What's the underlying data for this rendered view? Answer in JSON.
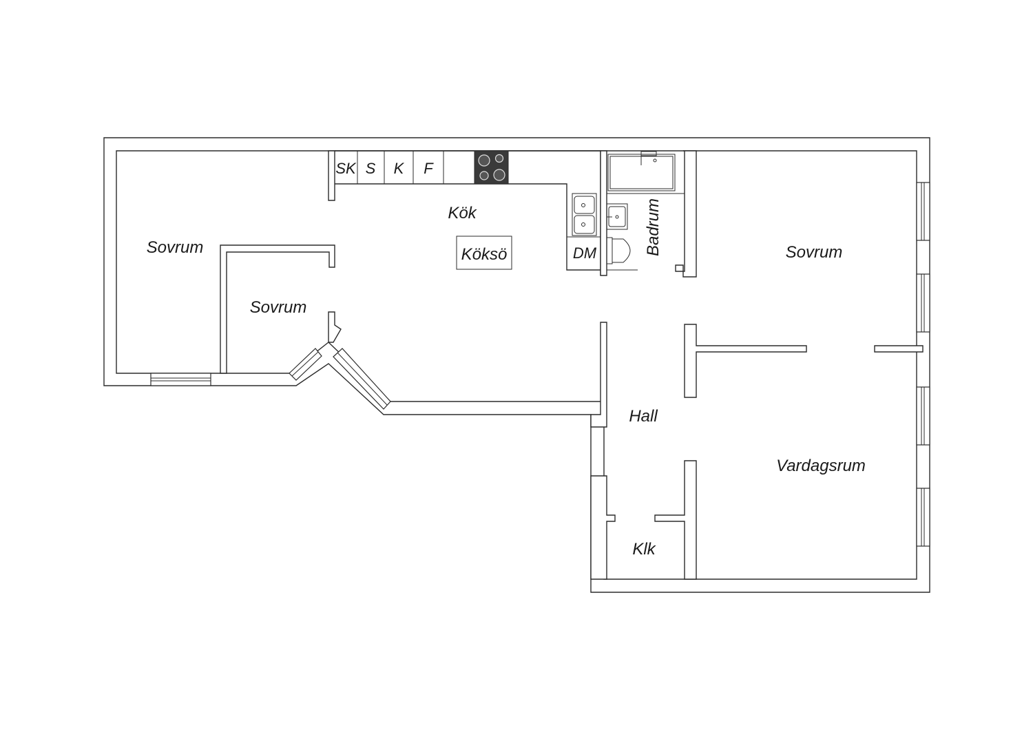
{
  "floorplan": {
    "rooms": {
      "sovrum_left": "Sovrum",
      "sovrum_middle": "Sovrum",
      "kok": "Kök",
      "koks_o": "Köksö",
      "badrum": "Badrum",
      "sovrum_right": "Sovrum",
      "hall": "Hall",
      "vardagsrum": "Vardagsrum",
      "klk": "Klk"
    },
    "appliances": {
      "sk": "SK",
      "s": "S",
      "k": "K",
      "f": "F",
      "dm": "DM"
    },
    "colors": {
      "wall": "#2b2b2b",
      "background": "#ffffff",
      "stove": "#3a3a3a"
    },
    "icons": [
      "stove-icon",
      "kitchen-sink-icon",
      "bathtub-icon",
      "washbasin-icon",
      "toilet-icon"
    ]
  }
}
